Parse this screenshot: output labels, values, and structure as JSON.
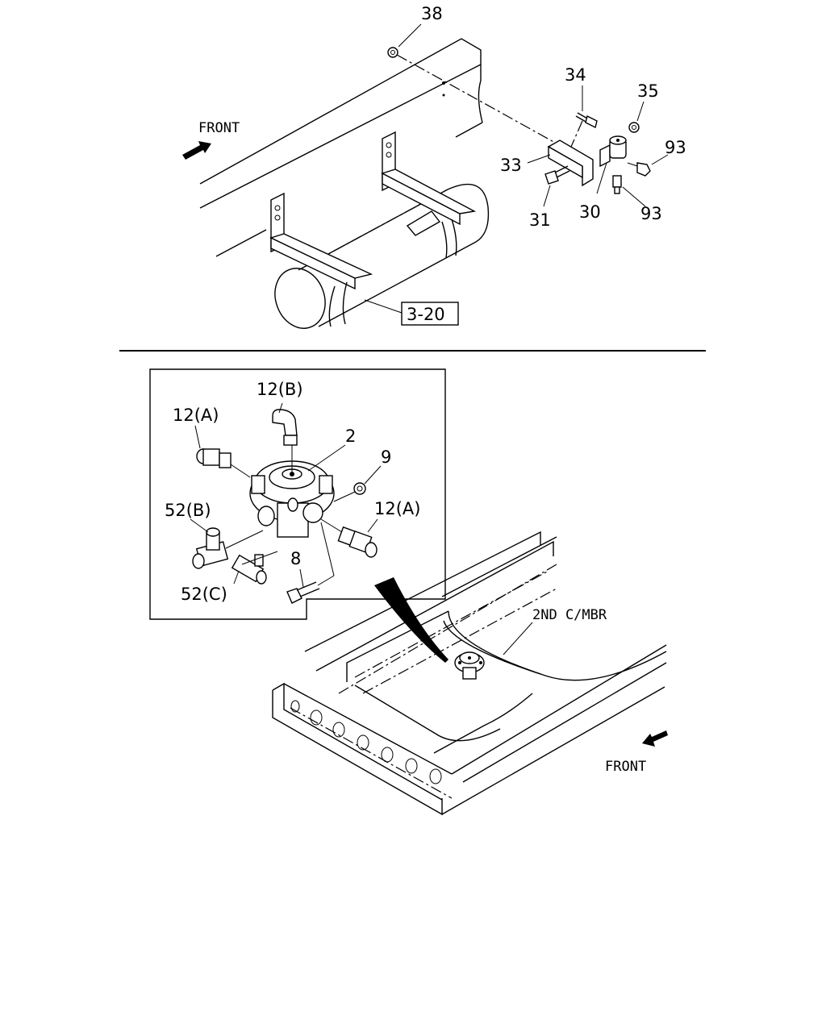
{
  "top_view": {
    "front_label": "FRONT",
    "ref_box": "3-20",
    "callouts": {
      "c38": "38",
      "c34": "34",
      "c35": "35",
      "c93a": "93",
      "c33": "33",
      "c31": "31",
      "c30": "30",
      "c93b": "93"
    }
  },
  "detail_view": {
    "callouts": {
      "c12b": "12(B)",
      "c12a_left": "12(A)",
      "c2": "2",
      "c9": "9",
      "c52b": "52(B)",
      "c12a_right": "12(A)",
      "c8": "8",
      "c52c": "52(C)"
    }
  },
  "frame_view": {
    "member_label": "2ND C/MBR",
    "front_label": "FRONT"
  }
}
